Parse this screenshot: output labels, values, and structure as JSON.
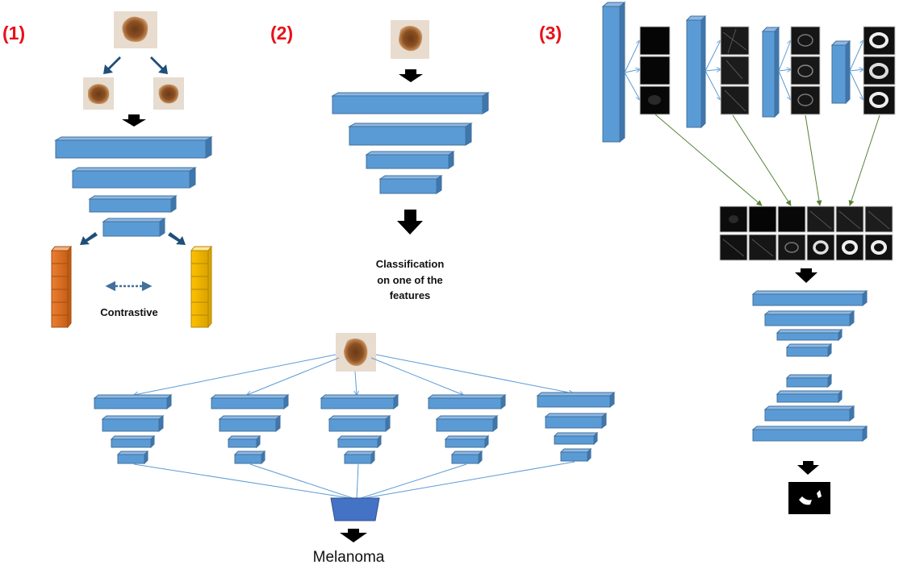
{
  "panels": [
    {
      "label": "(1)",
      "annotation": "Contrastive"
    },
    {
      "label": "(2)",
      "annotation_lines": [
        "Classification",
        "on one of the",
        "features"
      ]
    },
    {
      "label": "(3)"
    }
  ],
  "ensemble": {
    "output_label": "Melanoma"
  },
  "colors": {
    "layer_front": "#5b9bd5",
    "layer_top": "#8fb8e3",
    "layer_side": "#3f76ad",
    "layer_stroke": "#41719c",
    "feature_orange": "#ed7d31",
    "feature_yellow": "#ffc000",
    "label_red": "#e8111a",
    "combiner": "#4472c4",
    "green_connector": "#548235"
  },
  "icons": [
    "skin-lesion-image",
    "down-arrow-icon",
    "feature-map-image",
    "segmentation-mask-image"
  ]
}
